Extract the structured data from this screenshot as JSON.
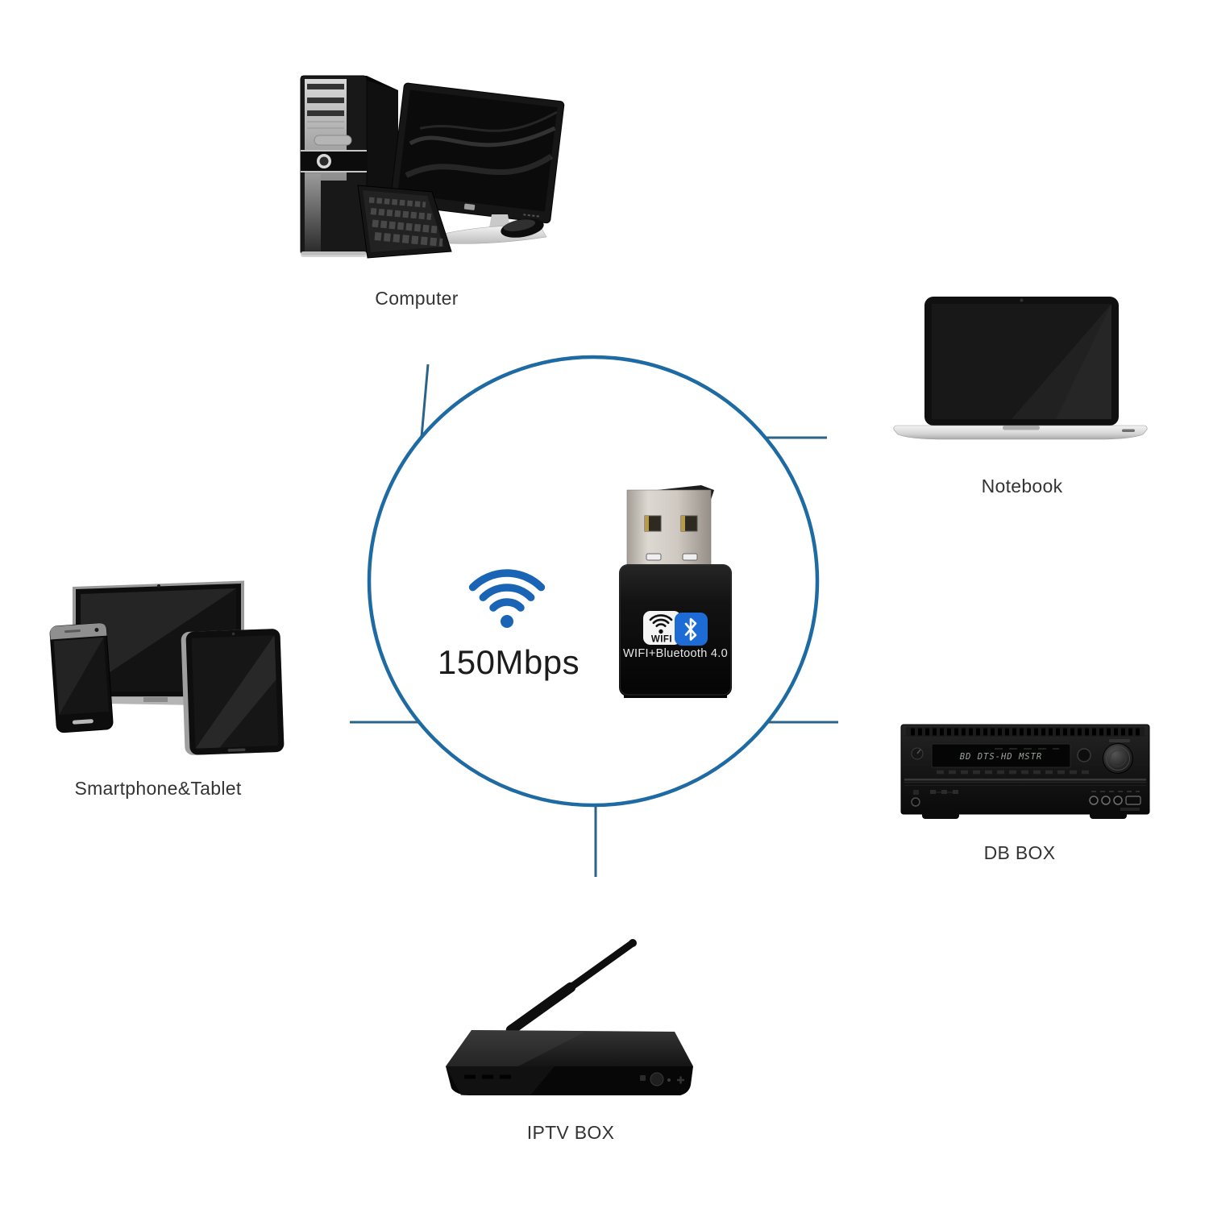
{
  "diagram": {
    "center": {
      "speed": "150Mbps",
      "adapter_logo_wifi": "WIFI",
      "adapter_caption": "WIFI+Bluetooth 4.0"
    },
    "labels": {
      "computer": "Computer",
      "notebook": "Notebook",
      "smartphone_tablet": "Smartphone&Tablet",
      "db_box": "DB BOX",
      "iptv_box": "IPTV BOX"
    },
    "db_box_display": "BD DTS-HD MSTR",
    "colors": {
      "circle": "#1e6aa3",
      "line": "#2b6488",
      "wifi_icon": "#1a64b5",
      "bluetooth_badge": "#1d6bd4",
      "label_text": "#333333"
    }
  }
}
